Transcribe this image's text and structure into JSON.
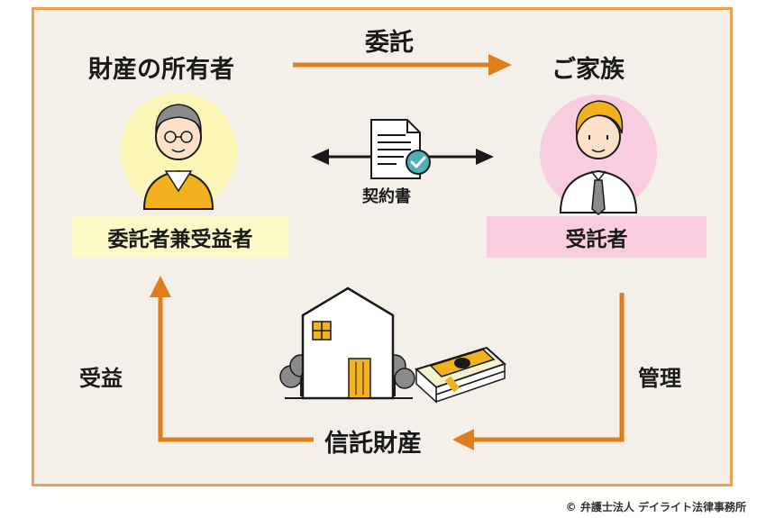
{
  "owner": {
    "title": "財産の所有者",
    "role": "委託者兼受益者"
  },
  "family": {
    "title": "ご家族",
    "role": "受託者"
  },
  "top_arrow_label": "委託",
  "contract_label": "契約書",
  "left_arrow_label": "受益",
  "right_arrow_label": "管理",
  "trust_property_label": "信託財産",
  "copyright": "© 弁護士法人 デイライト法律事務所",
  "colors": {
    "frame_border": "#eba24e",
    "frame_fill": "#f4efe8",
    "arrow": "#e07e1c",
    "owner_box": "#fdf8c8",
    "family_box": "#f8cde0"
  }
}
